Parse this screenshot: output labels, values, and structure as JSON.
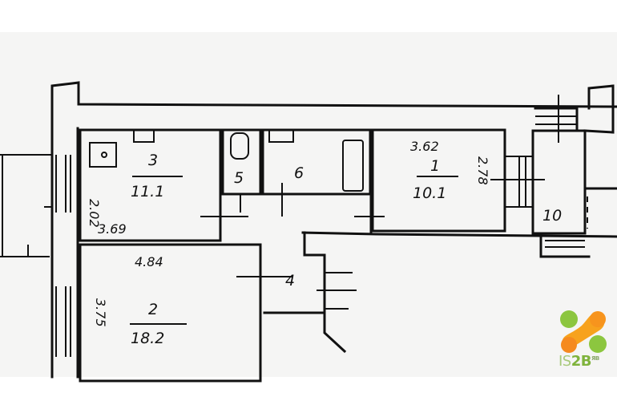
{
  "rooms": [
    {
      "number": "3",
      "area": "11.1",
      "dims": [
        "3.69",
        "2.02"
      ]
    },
    {
      "number": "5"
    },
    {
      "number": "6"
    },
    {
      "number": "1",
      "area": "10.1",
      "dims": [
        "3.62",
        "2.78"
      ]
    },
    {
      "number": "2",
      "area": "18.2",
      "dims": [
        "4.84",
        "3.75"
      ]
    },
    {
      "number": "4"
    },
    {
      "number": "10"
    }
  ],
  "logo": {
    "text_light": "IS",
    "text_bold": "2B",
    "superscript": "ЯВ",
    "colors": {
      "green": "#8cc63f",
      "orange": "#f7941d"
    }
  }
}
